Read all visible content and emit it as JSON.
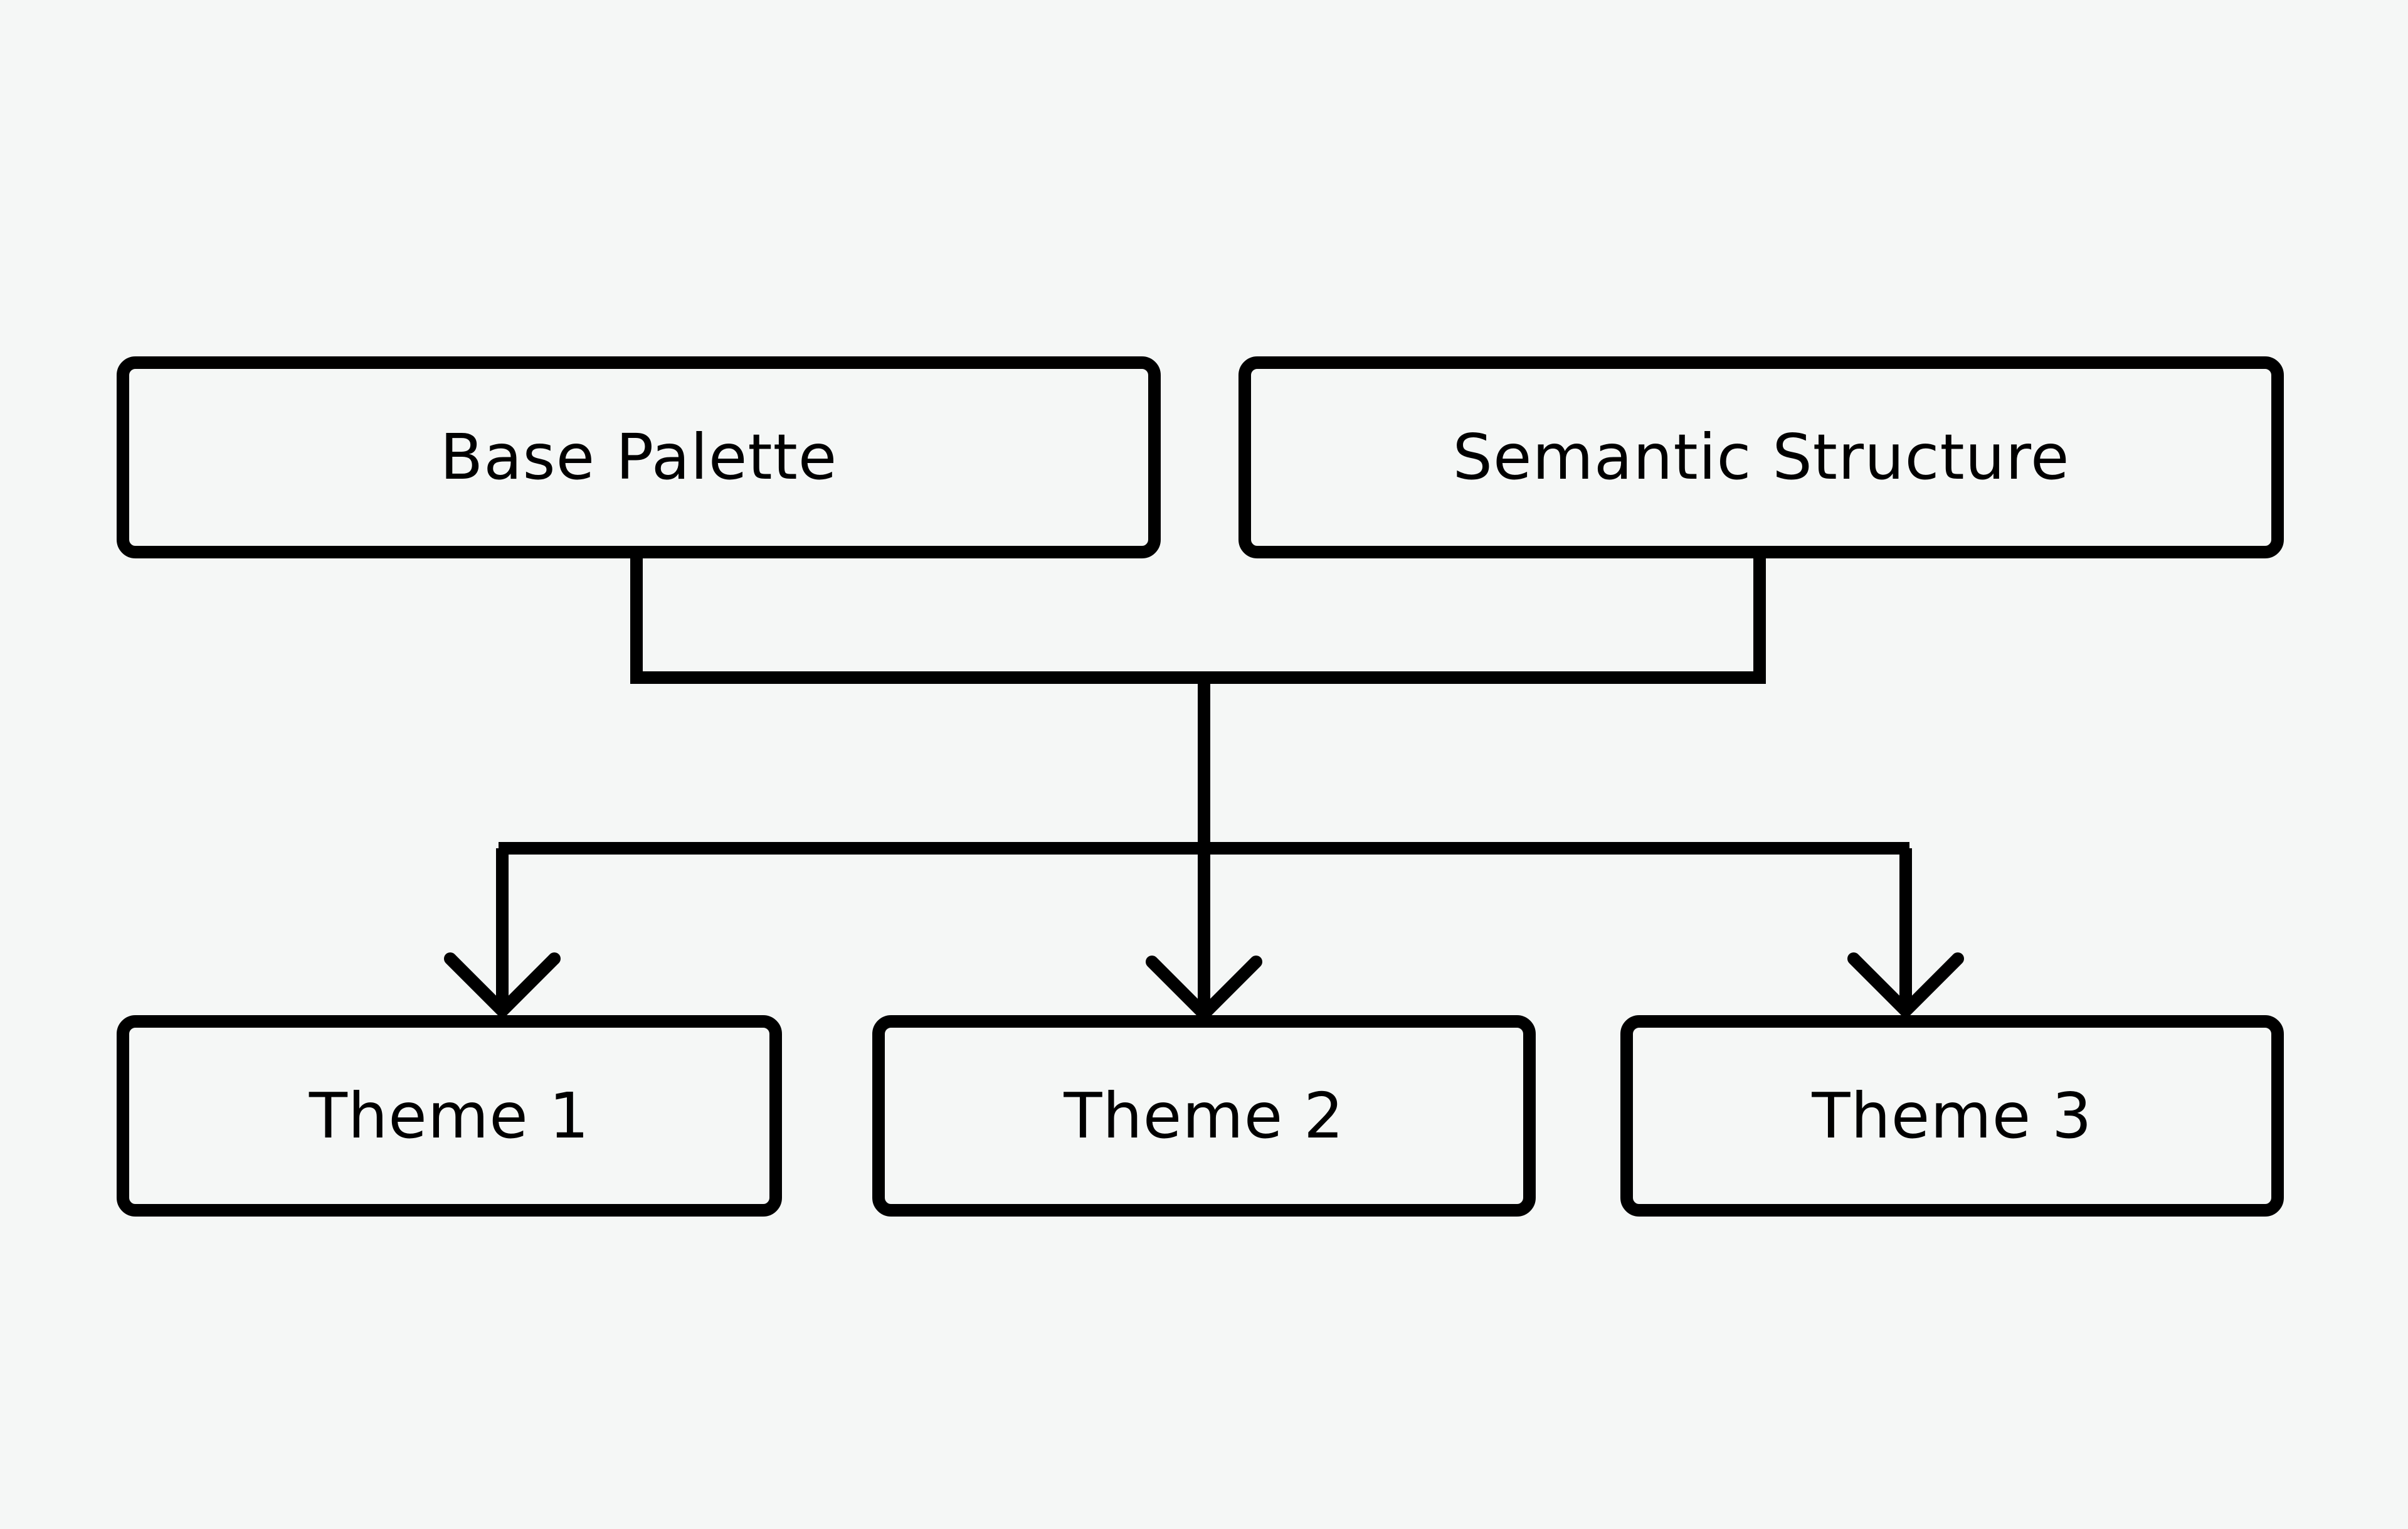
{
  "diagram": {
    "sources": [
      {
        "label": "Base Palette"
      },
      {
        "label": "Semantic Structure"
      }
    ],
    "targets": [
      {
        "label": "Theme 1"
      },
      {
        "label": "Theme 2"
      },
      {
        "label": "Theme 3"
      }
    ]
  }
}
